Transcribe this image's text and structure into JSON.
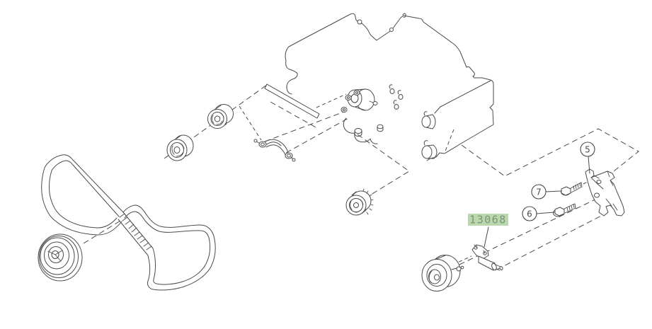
{
  "diagram": {
    "background_color": "#ffffff",
    "line_color": "#4a4a4a",
    "highlighted_part": {
      "label": "13068",
      "highlight_color": "#b9d8ac",
      "text_color": "#7f917b"
    },
    "callouts": [
      {
        "label": "5"
      },
      {
        "label": "7"
      },
      {
        "label": "6"
      }
    ]
  }
}
